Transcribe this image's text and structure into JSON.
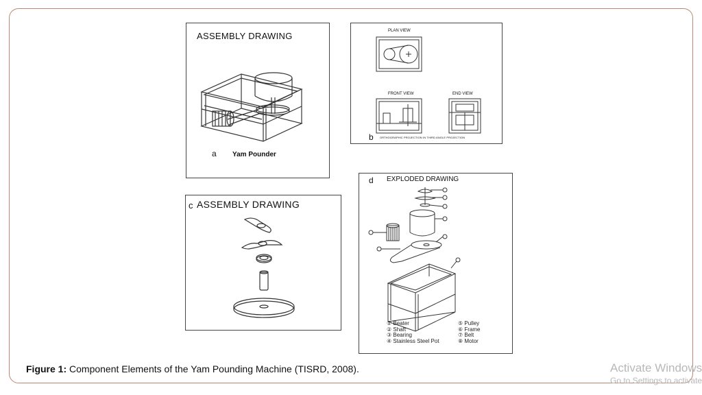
{
  "panels": {
    "a": {
      "title": "ASSEMBLY DRAWING",
      "letter": "a",
      "label": "Yam Pounder"
    },
    "b": {
      "plan_view": "PLAN VIEW",
      "front_view": "FRONT VIEW",
      "end_view": "END VIEW",
      "letter": "b",
      "footnote": "ORTHOGRAPHIC PROJECTION IN THIRD ANGLE PROJECTION"
    },
    "c": {
      "letter": "c",
      "title": "ASSEMBLY DRAWING"
    },
    "d": {
      "letter": "d",
      "title": "EXPLODED DRAWING",
      "legend_left": [
        "① Beater",
        "② Shaft",
        "③ Bearing",
        "④ Stainless Steel Pot"
      ],
      "legend_right": [
        "⑤ Pulley",
        "⑥ Frame",
        "⑦ Belt",
        "⑧ Motor"
      ]
    }
  },
  "caption": {
    "label": "Figure 1:",
    "text": " Component Elements of the Yam Pounding Machine (TISRD, 2008)."
  },
  "watermark": {
    "line1": "Activate Windows",
    "line2": "Go to Settings to activate Windows."
  }
}
